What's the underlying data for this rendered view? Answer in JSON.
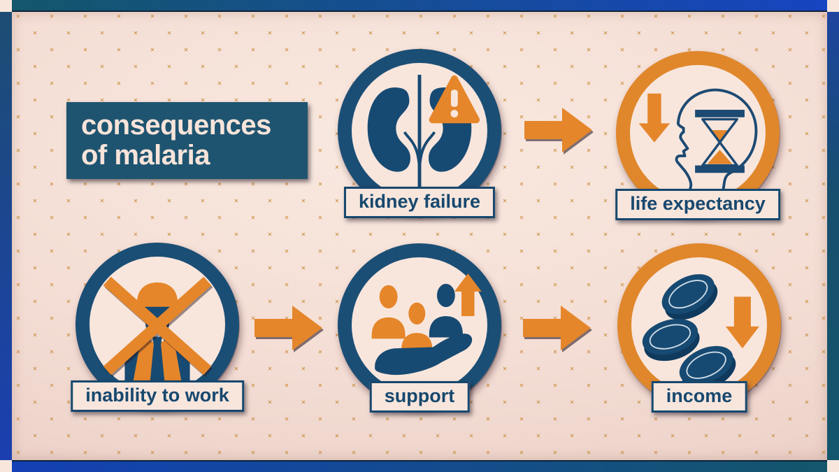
{
  "title": {
    "line1": "consequences",
    "line2": "of malaria"
  },
  "nodes": [
    {
      "id": "kidney-failure",
      "label": "kidney failure",
      "ring_color": "#1b4e75",
      "icon": "kidneys-warning-icon"
    },
    {
      "id": "life-expectancy",
      "label": "life expectancy",
      "ring_color": "#e0872c",
      "icon": "head-hourglass-down-arrow-icon"
    },
    {
      "id": "inability-to-work",
      "label": "inability to work",
      "ring_color": "#1b4e75",
      "icon": "worker-crossed-out-icon"
    },
    {
      "id": "support",
      "label": "support",
      "ring_color": "#1b4e75",
      "icon": "hand-people-up-arrow-icon"
    },
    {
      "id": "income",
      "label": "income",
      "ring_color": "#e0872c",
      "icon": "coins-down-arrow-icon"
    }
  ],
  "arrows": [
    {
      "from": "kidney failure",
      "to": "life expectancy",
      "direction": "right"
    },
    {
      "from": "inability to work",
      "to": "support",
      "direction": "right"
    },
    {
      "from": "support",
      "to": "income",
      "direction": "right"
    }
  ],
  "colors": {
    "background_pink": "#f4ded5",
    "pattern_x": "#c5852f",
    "navy": "#1b4e75",
    "navy_text": "#17486e",
    "orange": "#e5862b",
    "cream": "#f8e6dd",
    "title_box": "#1e5470",
    "frame_teal": "#14566b",
    "frame_royal_blue": "#1744c0"
  }
}
